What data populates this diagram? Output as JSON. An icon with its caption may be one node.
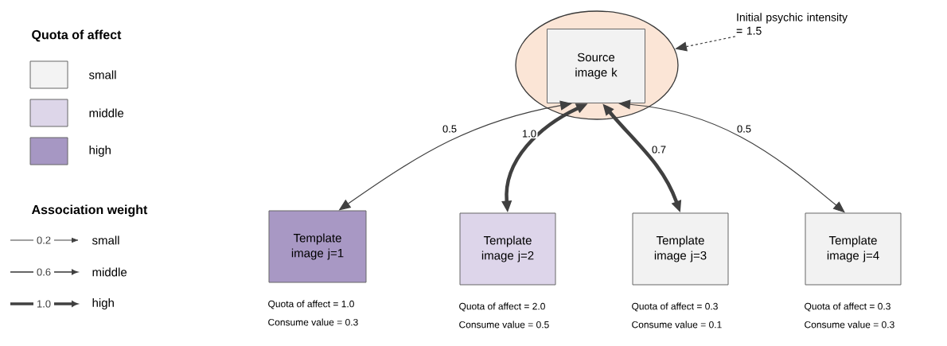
{
  "diagram": {
    "nodes": [
      {
        "text": [],
        "shape": "ellipse"
      },
      {
        "text": [
          "Source image k"
        ],
        "in": 0
      },
      {
        "text": [
          "Template image j=1"
        ],
        "beside": [
          "Quota of affect = 1.0",
          "Consume value = 0.3"
        ]
      },
      {
        "text": [
          "Template image j=2"
        ],
        "beside": [
          "Quota of affect = 2.0",
          "Consume value =  0.5"
        ]
      },
      {
        "text": [
          "Template image j=3"
        ],
        "beside": [
          "Quota of affect = 0.3",
          "Consume value = 0.1"
        ]
      },
      {
        "text": [
          "Template image j=4"
        ],
        "beside": [
          "Quota of affect = 0.3",
          "Consume value = 0.3"
        ]
      },
      {
        "text": [
          "Initial psychic intensity = 1.5"
        ]
      }
    ],
    "edges": [
      {
        "from": 1,
        "to": 2,
        "arrow": "both",
        "label": "0.5"
      },
      {
        "from": 1,
        "to": 3,
        "arrow": "both",
        "label": "1.0",
        "style": "thick"
      },
      {
        "from": 1,
        "to": 4,
        "arrow": "both",
        "label": "0.7",
        "style": "thick"
      },
      {
        "from": 1,
        "to": 5,
        "arrow": "both",
        "label": "0.5"
      },
      {
        "from": 6,
        "to": 0,
        "arrow": "to",
        "style": "dashed"
      }
    ],
    "labels": [
      "Quota of affect",
      "Association weight",
      "0.2",
      "0.6",
      "1.0"
    ],
    "legend": [
      {
        "text": "small",
        "color": "#f3f3f3"
      },
      {
        "text": "middle",
        "color": "#ddd6e9"
      },
      {
        "text": "high",
        "color": "#a697c3"
      },
      {
        "text": "small"
      },
      {
        "text": "middle"
      },
      {
        "text": "high"
      }
    ]
  }
}
